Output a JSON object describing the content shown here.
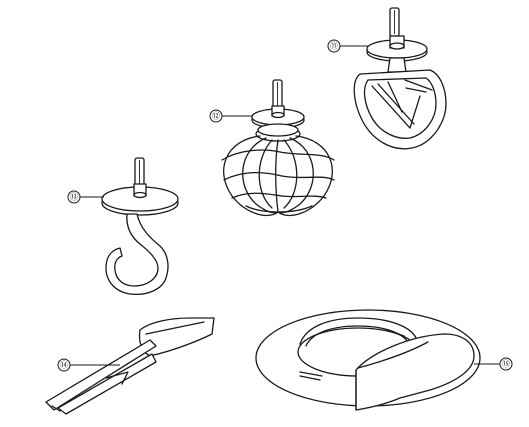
{
  "callouts": [
    {
      "id": "11",
      "label": "⑪"
    },
    {
      "id": "12",
      "label": "⑫"
    },
    {
      "id": "13",
      "label": "⑬"
    },
    {
      "id": "14",
      "label": "⑭"
    },
    {
      "id": "15",
      "label": "⑮"
    }
  ],
  "colors": {
    "line": "#1a1a1a",
    "background": "#ffffff"
  }
}
